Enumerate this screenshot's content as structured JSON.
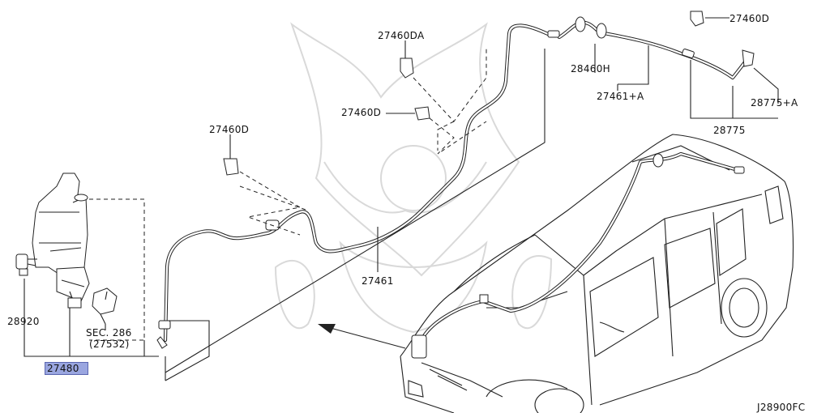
{
  "labels": {
    "p27460DA": "27460DA",
    "p27460D_top": "27460D",
    "p28460H": "28460H",
    "p27461A": "27461+A",
    "p28775A": "28775+A",
    "p28775": "28775",
    "p27460D_mid": "27460D",
    "p27460D_left": "27460D",
    "p27461": "27461",
    "p28920": "28920",
    "sec286": "SEC. 286",
    "p27532": "(27532)",
    "p27480": "27480",
    "diagram_code": "J28900FC"
  },
  "colors": {
    "highlight": "#9aa6e0",
    "line": "#222222",
    "watermark": "#d9d9d9"
  },
  "highlighted_part": "27480"
}
